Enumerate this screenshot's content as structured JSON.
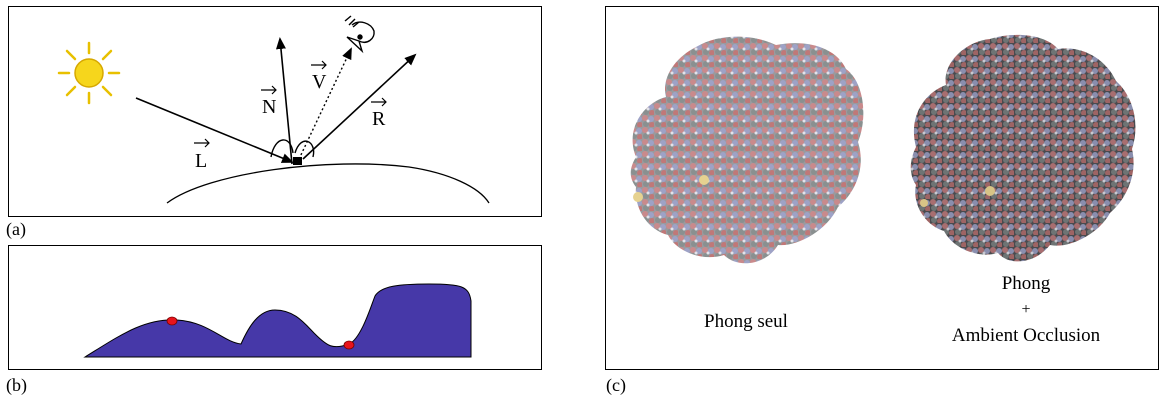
{
  "panel_a": {
    "label": "(a)",
    "vectors": {
      "L": "L",
      "N": "N",
      "V": "V",
      "R": "R"
    },
    "icons": [
      "sun-icon",
      "eye-icon"
    ]
  },
  "panel_b": {
    "label": "(b)",
    "colors": {
      "terrain": "#4638a8",
      "point": "#e8141c"
    }
  },
  "panel_c": {
    "label": "(c)",
    "left_caption": "Phong seul",
    "right_caption": [
      "Phong",
      "+",
      "Ambient Occlusion"
    ]
  },
  "colors": {
    "sun": "#f6d61c",
    "sun_outline": "#d6a800",
    "sun_rays": "#e8c000"
  }
}
